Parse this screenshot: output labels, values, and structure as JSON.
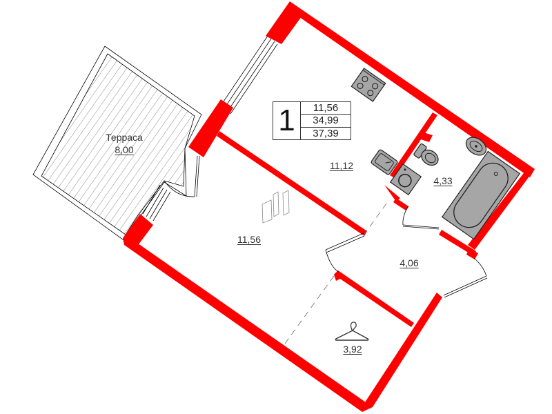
{
  "plan": {
    "type": "apartment-floor-plan",
    "rooms_count": "1",
    "summary": {
      "living_area": "11,56",
      "total_area": "34,99",
      "total_with_terrace": "37,39"
    },
    "rooms": [
      {
        "name": "",
        "kind": "kitchen",
        "area": "11,12"
      },
      {
        "name": "",
        "kind": "living-room",
        "area": "11,56"
      },
      {
        "name": "",
        "kind": "bathroom",
        "area": "4,33"
      },
      {
        "name": "",
        "kind": "hallway",
        "area": "4,06"
      },
      {
        "name": "",
        "kind": "wardrobe",
        "area": "3,92"
      },
      {
        "name": "Терраса",
        "kind": "terrace",
        "area": "8,00"
      }
    ],
    "icons": [
      "stove-icon",
      "sink-icon",
      "washing-machine-icon",
      "toilet-icon",
      "washbasin-icon",
      "bathtub-icon",
      "hanger-icon",
      "radiator-icon"
    ],
    "colors": {
      "wall": "#ff0000",
      "fixture": "#a6a6a6",
      "text": "#333333"
    }
  }
}
